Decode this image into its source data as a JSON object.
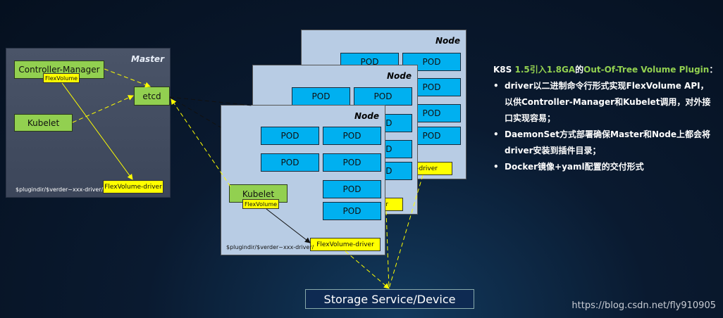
{
  "master": {
    "title": "Master",
    "controller_manager": "Controller-Manager",
    "flexvolume": "FlexVolume",
    "etcd": "etcd",
    "kubelet": "Kubelet",
    "driver": "FlexVolume-driver",
    "path": "$plugindir/$verder~xxx-driver/"
  },
  "nodes": {
    "title": "Node",
    "pod": "POD",
    "kubelet": "Kubelet",
    "flexvolume": "FlexVolume",
    "driver": "FlexVolume-driver",
    "driver_partial_back": "-driver",
    "driver_partial_mid": "er",
    "path": "$plugindir/$verder~xxx-driver/"
  },
  "storage": "Storage Service/Device",
  "info": {
    "heading_a": "K8S ",
    "heading_b": "1.5引入1.8GA",
    "heading_c": "的",
    "heading_d": "Out-Of-Tree Volume Plugin",
    "heading_e": "：",
    "bullets": [
      "driver以二进制命令行形式实现FlexVolume API，以供Controller-Manager和Kubelet调用，对外接口实现容易；",
      "DaemonSet方式部署确保Master和Node上都会将driver安装到插件目录；",
      "Docker镜像+yaml配置的交付形式"
    ]
  },
  "watermark": "https://blog.csdn.net/fly910905",
  "colors": {
    "component": "#92d050",
    "pod": "#00b0f0",
    "tag": "#ffff00",
    "node": "#b8cce4"
  }
}
